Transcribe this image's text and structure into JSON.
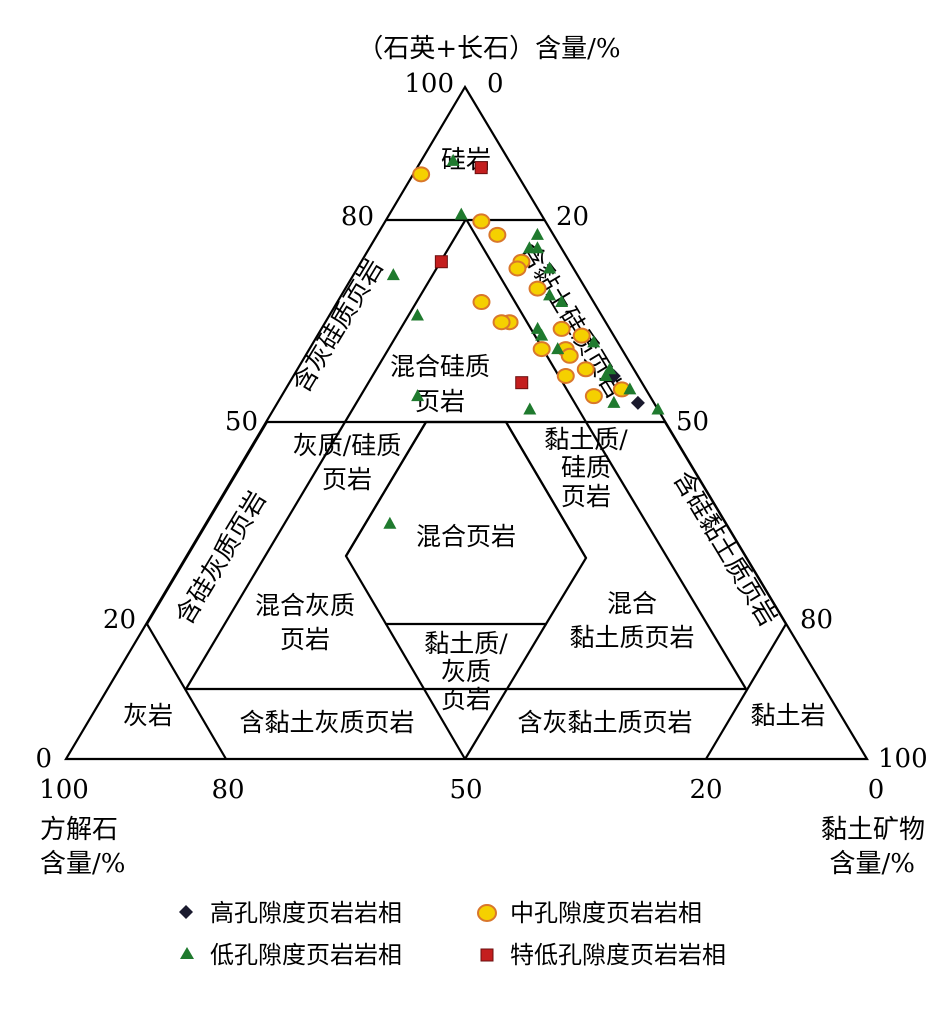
{
  "chart_data": {
    "type": "ternary-scatter",
    "top_axis_label": "（石英+长石）含量/%",
    "left_axis_label_line1": "方解石",
    "left_axis_label_line2": "含量/%",
    "right_axis_label_line1": "黏土矿物",
    "right_axis_label_line2": "含量/%",
    "ticks": {
      "top_apex_left": "100",
      "top_apex_right": "0",
      "left_80": "80",
      "left_50": "50",
      "left_20": "20",
      "left_0": "0",
      "right_20": "20",
      "right_50": "50",
      "right_80": "80",
      "right_100": "100",
      "bottom_100": "100",
      "bottom_80": "80",
      "bottom_50": "50",
      "bottom_20": "20",
      "bottom_0": "0"
    },
    "regions": {
      "siliceous_rock": "硅岩",
      "calc_siliceous_shale": "含灰硅质页岩",
      "mixed_siliceous_shale_1": "混合硅质",
      "mixed_siliceous_shale_2": "页岩",
      "clay_siliceous_shale": "含黏土硅质页岩",
      "calc_siliceous_mixed_1": "灰质/硅质",
      "calc_siliceous_mixed_2": "页岩",
      "mixed_shale": "混合页岩",
      "clay_siliceous_mixed_1": "黏土质/",
      "clay_siliceous_mixed_2": "硅质",
      "clay_siliceous_mixed_3": "页岩",
      "silic_calcareous_shale": "含硅灰质页岩",
      "mixed_calcareous_shale_1": "混合灰质",
      "mixed_calcareous_shale_2": "页岩",
      "clay_calcareous_mixed_1": "黏土质/",
      "clay_calcareous_mixed_2": "灰质",
      "clay_calcareous_mixed_3": "页岩",
      "mixed_clay_shale_1": "混合",
      "mixed_clay_shale_2": "黏土质页岩",
      "silic_clay_shale": "含硅黏土质页岩",
      "limestone": "灰岩",
      "clay_calcareous_shale": "含黏土灰质页岩",
      "calc_clay_shale": "含灰黏土质页岩",
      "claystone": "黏土岩"
    },
    "legend": [
      {
        "key": "high",
        "label": "高孔隙度页岩岩相",
        "marker": "diamond",
        "color": "#1a1a2e"
      },
      {
        "key": "medium",
        "label": "中孔隙度页岩岩相",
        "marker": "circle",
        "color": "#f5d000",
        "stroke": "#d9772b"
      },
      {
        "key": "low",
        "label": "低孔隙度页岩岩相",
        "marker": "triangle",
        "color": "#1f7a2e"
      },
      {
        "key": "ultralow",
        "label": "特低孔隙度页岩岩相",
        "marker": "square",
        "color": "#c41e1e"
      }
    ],
    "series": [
      {
        "key": "high",
        "points": [
          [
            57,
            3,
            40
          ],
          [
            53,
            2,
            45
          ]
        ]
      },
      {
        "key": "medium",
        "points": [
          [
            87,
            12,
            1
          ],
          [
            80,
            8,
            12
          ],
          [
            78,
            7,
            15
          ],
          [
            74,
            6,
            20
          ],
          [
            73,
            7,
            20
          ],
          [
            70,
            6,
            24
          ],
          [
            68,
            14,
            18
          ],
          [
            65,
            12,
            23
          ],
          [
            65,
            13,
            22
          ],
          [
            64,
            6,
            30
          ],
          [
            63,
            4,
            33
          ],
          [
            61,
            10,
            29
          ],
          [
            61,
            7,
            32
          ],
          [
            60,
            7,
            33
          ],
          [
            58,
            6,
            36
          ],
          [
            57,
            9,
            34
          ],
          [
            55,
            3,
            42
          ],
          [
            54,
            7,
            39
          ]
        ]
      },
      {
        "key": "low",
        "points": [
          [
            89,
            7,
            4
          ],
          [
            81,
            10,
            9
          ],
          [
            78,
            2,
            20
          ],
          [
            76,
            3,
            21
          ],
          [
            76,
            4,
            20
          ],
          [
            73,
            3,
            24
          ],
          [
            72,
            23,
            5
          ],
          [
            69,
            5,
            26
          ],
          [
            68,
            4,
            28
          ],
          [
            66,
            23,
            11
          ],
          [
            64,
            9,
            27
          ],
          [
            63,
            9,
            28
          ],
          [
            62,
            3,
            35
          ],
          [
            61,
            8,
            31
          ],
          [
            58,
            3,
            39
          ],
          [
            57,
            4,
            39
          ],
          [
            55,
            2,
            43
          ],
          [
            54,
            29,
            17
          ],
          [
            53,
            5,
            42
          ],
          [
            52,
            0,
            48
          ],
          [
            52,
            16,
            32
          ],
          [
            35,
            42,
            23
          ]
        ]
      },
      {
        "key": "ultralow",
        "points": [
          [
            88,
            4,
            8
          ],
          [
            74,
            16,
            10
          ],
          [
            56,
            15,
            29
          ]
        ]
      }
    ]
  }
}
